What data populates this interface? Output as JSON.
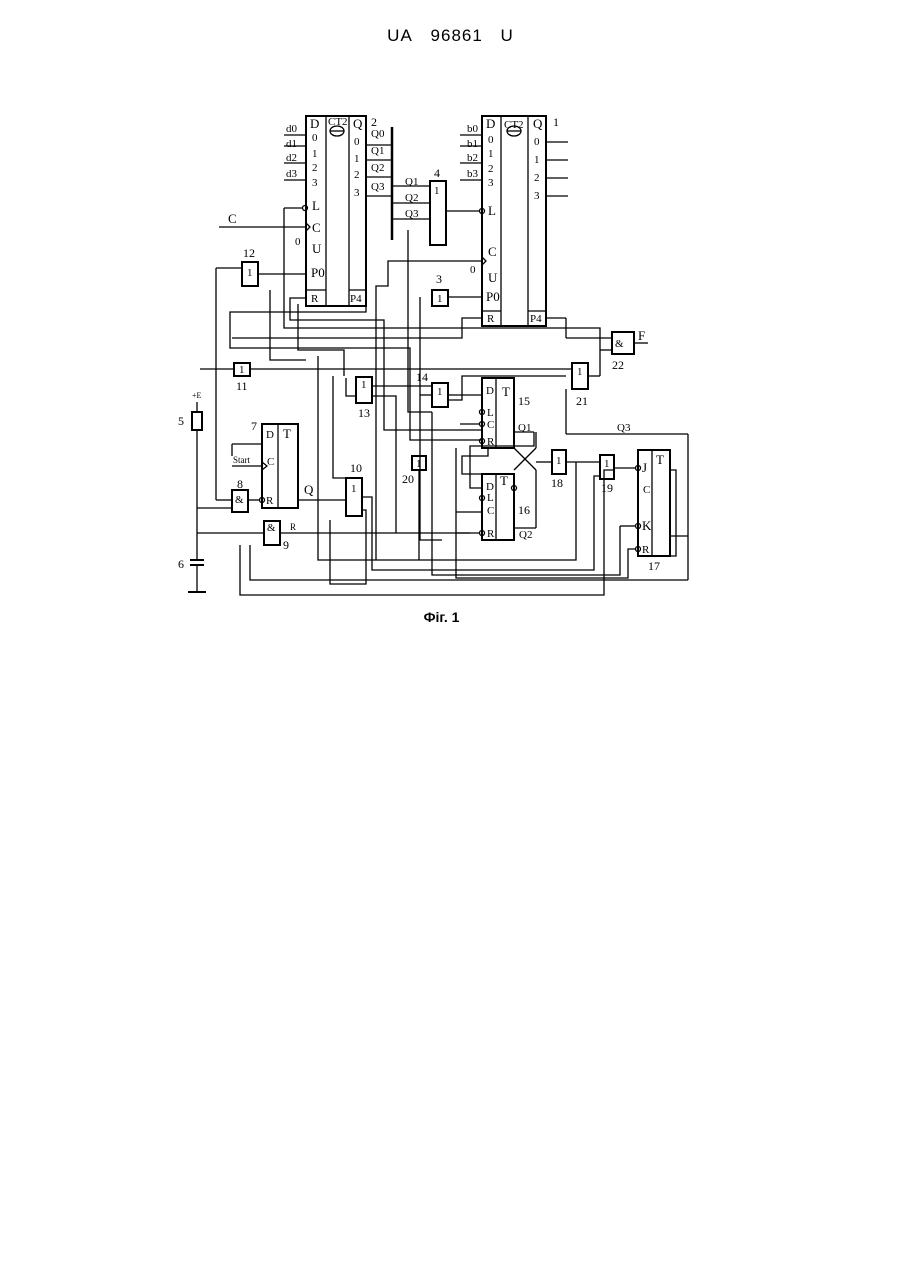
{
  "header": {
    "country": "UA",
    "number": "96861",
    "kind": "U"
  },
  "figure": {
    "caption": "Фіг. 1"
  },
  "diagram": {
    "counter1": {
      "type_label": "CT2",
      "left_inputs": [
        "D",
        "0",
        "1",
        "2",
        "3",
        "L",
        "C",
        "U",
        "P0",
        "R"
      ],
      "data_inputs": [
        "d0",
        "d1",
        "d2",
        "d3"
      ],
      "outputs": [
        "Q",
        "0",
        "1",
        "2",
        "3"
      ],
      "output_signals": [
        "Q0",
        "Q1",
        "Q2",
        "Q3"
      ],
      "carry": "P4",
      "u_level": "0",
      "ref_label": "2"
    },
    "counter2": {
      "type_label": "CT2",
      "left_inputs": [
        "D",
        "0",
        "1",
        "2",
        "3",
        "L",
        "C",
        "U",
        "P0",
        "R"
      ],
      "data_inputs": [
        "b0",
        "b1",
        "b2",
        "b3"
      ],
      "outputs": [
        "Q",
        "0",
        "1",
        "2",
        "3"
      ],
      "carry": "P4",
      "u_level": "0",
      "ref_label": "1"
    },
    "signals": {
      "clock": "C",
      "start": "Start",
      "supply": "+E",
      "output": "F",
      "q": "Q",
      "r_bar": "R",
      "q1": "Q1",
      "q2": "Q2",
      "q3": "Q3"
    },
    "or_gate4_inputs": [
      "Q1",
      "Q2",
      "Q3"
    ],
    "gate_labels": {
      "and": "&",
      "or": "1",
      "trigger": "T"
    },
    "trigger_pins": {
      "d_trigger": [
        "D",
        "C",
        "R"
      ],
      "dl_trigger": [
        "D",
        "L",
        "C",
        "R"
      ],
      "jk_trigger": [
        "J",
        "C",
        "K",
        "R"
      ]
    },
    "element_numbers": [
      "3",
      "4",
      "5",
      "6",
      "7",
      "8",
      "9",
      "10",
      "11",
      "12",
      "13",
      "14",
      "15",
      "16",
      "17",
      "18",
      "19",
      "20",
      "21",
      "22"
    ]
  }
}
